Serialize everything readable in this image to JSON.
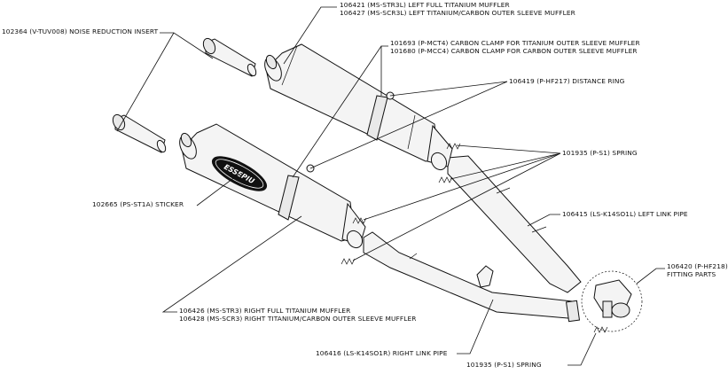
{
  "labels": {
    "left_muffler_1": "106421 (MS-STR3L) LEFT FULL TITANIUM MUFFLER",
    "left_muffler_2": "106427 (MS-SCR3L) LEFT TITANIUM/CARBON OUTER SLEEVE MUFFLER",
    "noise_insert": "102364 (V-TUV008) NOISE REDUCTION INSERT",
    "clamp_1": "101693 (P-MCT4)   CARBON CLAMP FOR TITANIUM OUTER SLEEVE MUFFLER",
    "clamp_2": "101680 (P-MCC4)   CARBON CLAMP FOR CARBON OUTER SLEEVE MUFFLER",
    "distance_ring": "106419 (P-HF217)  DISTANCE RING",
    "spring_top": "101935 (P-S1)  SPRING",
    "sticker": "102665 (PS-ST1A)  STICKER",
    "left_link_pipe": "106415 (LS-K14SO1L) LEFT LINK PIPE",
    "fitting_1": "106420 (P-HF218)",
    "fitting_2": "FITTING PARTS",
    "right_muffler_1": "106426 (MS-STR3) RIGHT FULL TITANIUM MUFFLER",
    "right_muffler_2": "106428 (MS-SCR3) RIGHT TITANIUM/CARBON OUTER SLEEVE MUFFLER",
    "right_link_pipe": "106416 (LS-K14SO1R) RIGHT LINK PIPE",
    "spring_bottom": "101935 (P-S1)   SPRING"
  },
  "sticker_text": "ESSEPIU"
}
